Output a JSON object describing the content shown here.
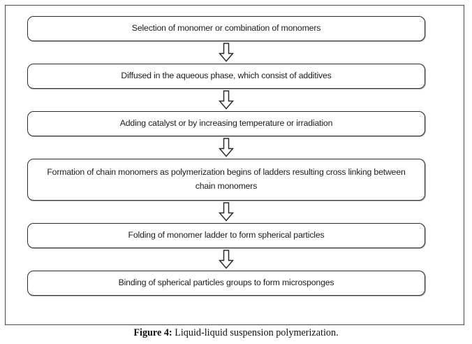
{
  "figure": {
    "frame_border_color": "#4a4a4a",
    "box_border_color": "#2d2d2d",
    "box_fill_color": "#ffffff",
    "text_color": "#1b1b1b",
    "arrow_icon": "hollow-down-arrow",
    "steps": [
      {
        "id": "step-1",
        "label": "Selection of monomer or combination of monomers",
        "lines": 1
      },
      {
        "id": "step-2",
        "label": "Diffused in the aqueous phase, which consist of additives",
        "lines": 1
      },
      {
        "id": "step-3",
        "label": "Adding catalyst or by increasing temperature or irradiation",
        "lines": 1
      },
      {
        "id": "step-4",
        "label": "Formation of chain monomers as polymerization begins of ladders resulting cross linking between chain monomers",
        "lines": 2
      },
      {
        "id": "step-5",
        "label": "Folding of monomer ladder to form spherical particles",
        "lines": 1
      },
      {
        "id": "step-6",
        "label": "Binding of spherical particles groups to form microsponges",
        "lines": 1
      }
    ]
  },
  "caption": {
    "label": "Figure 4:",
    "text": " Liquid-liquid suspension polymerization."
  }
}
